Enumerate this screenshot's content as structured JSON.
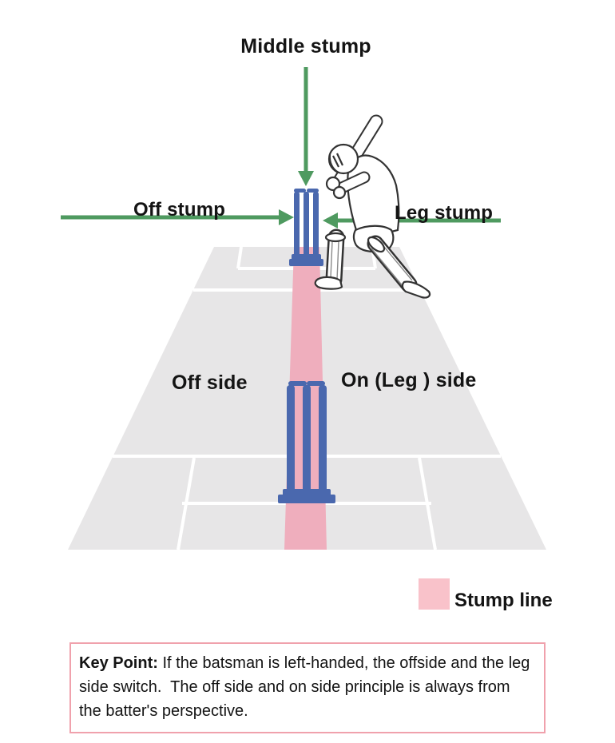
{
  "diagram": {
    "labels": {
      "middle_stump": "Middle stump",
      "off_stump": "Off stump",
      "leg_stump": "Leg stump",
      "off_side": "Off side",
      "on_side": "On (Leg ) side"
    },
    "legend": {
      "label": "Stump line"
    },
    "icons": {
      "middle_stump_arrow": "arrow-down-icon",
      "off_stump_arrow": "arrow-right-icon",
      "leg_stump_arrow": "arrow-left-icon",
      "batsman": "batsman-line-drawing",
      "near_wicket": "cricket-stumps-icon",
      "far_wicket": "cricket-stumps-icon"
    }
  },
  "key_point": {
    "label": "Key Point:",
    "text": " If the batsman is left-handed, the offside and the leg side switch.  The off side and on side principle is always from the batter's perspective."
  },
  "colors": {
    "arrow_green": "#4f9a60",
    "stump_blue": "#4a68ae",
    "pitch_gray": "#e7e6e7",
    "stump_line_pink": "#efaebd",
    "legend_pink": "#f9c2ca",
    "key_point_border": "#f0a1ac",
    "text_black": "#141414"
  }
}
